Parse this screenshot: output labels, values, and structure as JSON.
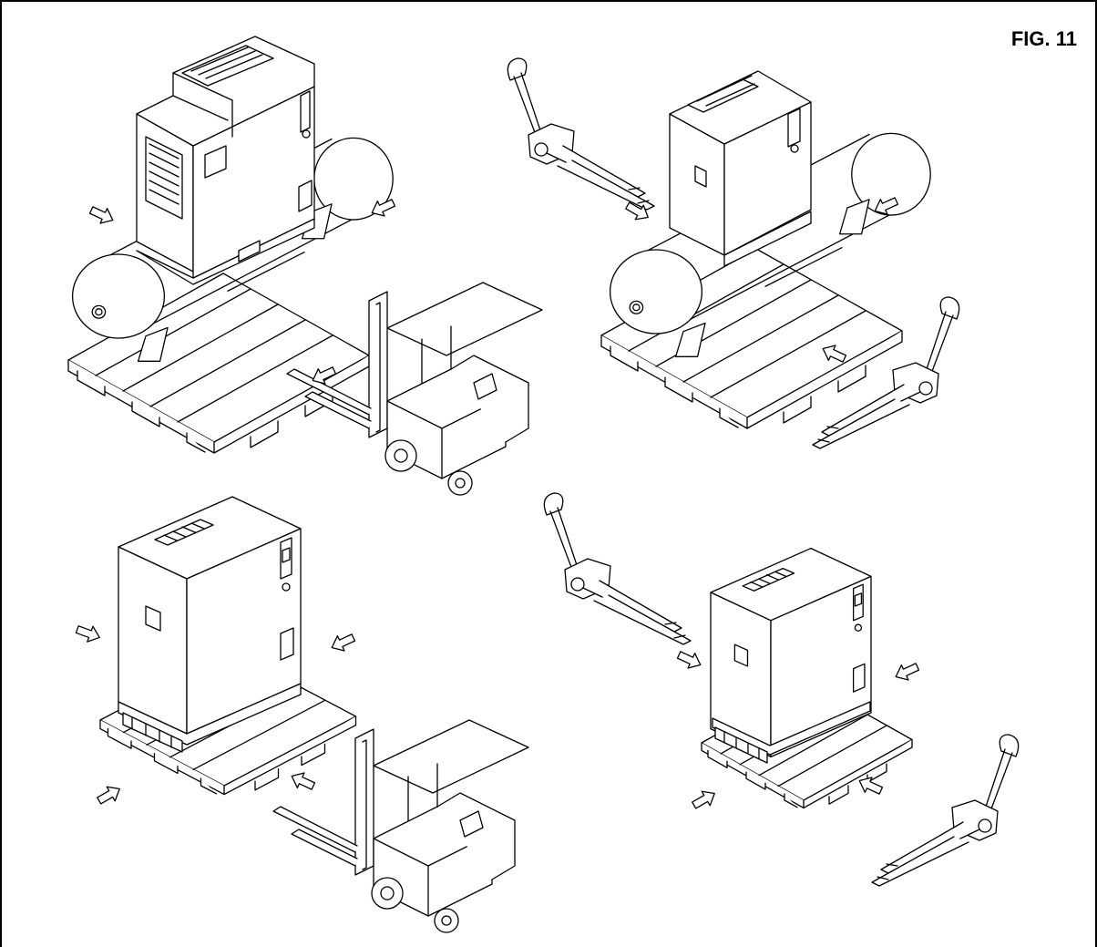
{
  "figure": {
    "label": "FIG. 11"
  },
  "colors": {
    "line": "#000000",
    "background": "#ffffff"
  },
  "scenes": [
    {
      "name": "tank-unit-forklift",
      "items": [
        "compressor-tank-unit",
        "pallet",
        "forklift",
        "direction-arrows"
      ]
    },
    {
      "name": "tank-unit-pallet-jacks",
      "items": [
        "compressor-tank-unit",
        "pallet",
        "pallet-jack",
        "pallet-jack",
        "direction-arrows"
      ]
    },
    {
      "name": "cabinet-unit-forklift",
      "items": [
        "compressor-cabinet",
        "pallet",
        "forklift",
        "direction-arrows"
      ]
    },
    {
      "name": "cabinet-unit-pallet-jacks",
      "items": [
        "compressor-cabinet",
        "pallet",
        "pallet-jack",
        "pallet-jack",
        "direction-arrows"
      ]
    }
  ]
}
